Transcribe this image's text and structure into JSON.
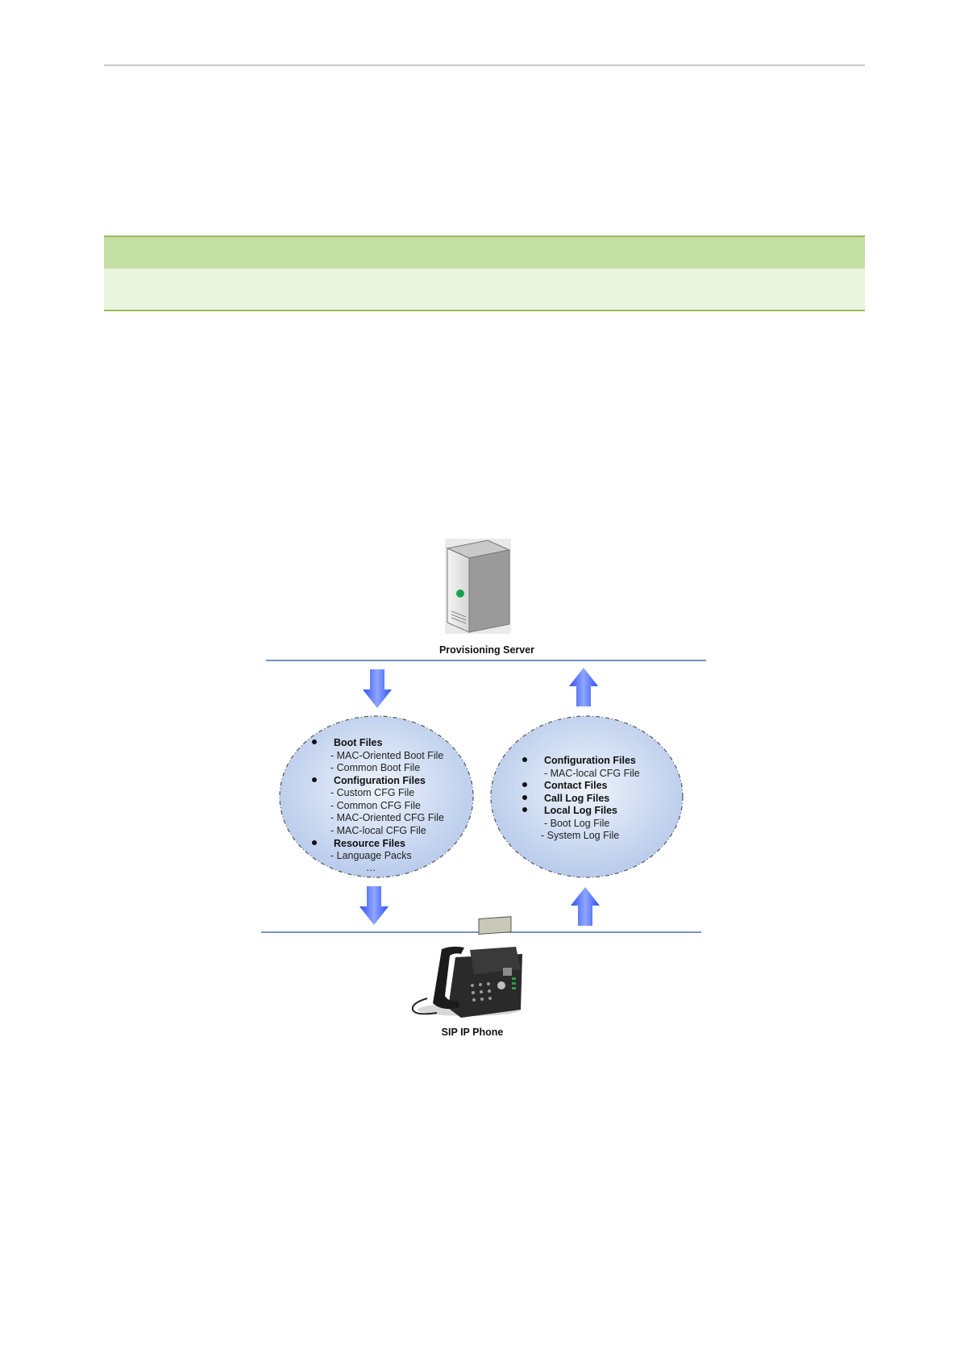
{
  "diagram": {
    "server_label": "Provisioning Server",
    "phone_label": "SIP IP Phone",
    "download_group": [
      {
        "title": "Boot Files",
        "items": [
          "- MAC-Oriented Boot File",
          "- Common Boot File"
        ]
      },
      {
        "title": "Configuration Files",
        "items": [
          "- Custom CFG File",
          "- Common CFG File",
          "- MAC-Oriented CFG File",
          "- MAC-local CFG File"
        ]
      },
      {
        "title": "Resource Files",
        "items": [
          "- Language  Packs",
          "…"
        ]
      }
    ],
    "upload_group": [
      {
        "title": "Configuration Files",
        "items": [
          "- MAC-local CFG File"
        ]
      },
      {
        "title": "Contact Files",
        "items": []
      },
      {
        "title": "Call Log Files",
        "items": []
      },
      {
        "title": "Local Log Files",
        "items": [
          "- Boot Log File",
          "- System  Log File"
        ]
      }
    ],
    "colors": {
      "arrow": "#3f5ff2",
      "ellipse_fill": "#c7d7ef",
      "ellipse_stroke": "#555555",
      "line": "#4a6fa5"
    }
  }
}
